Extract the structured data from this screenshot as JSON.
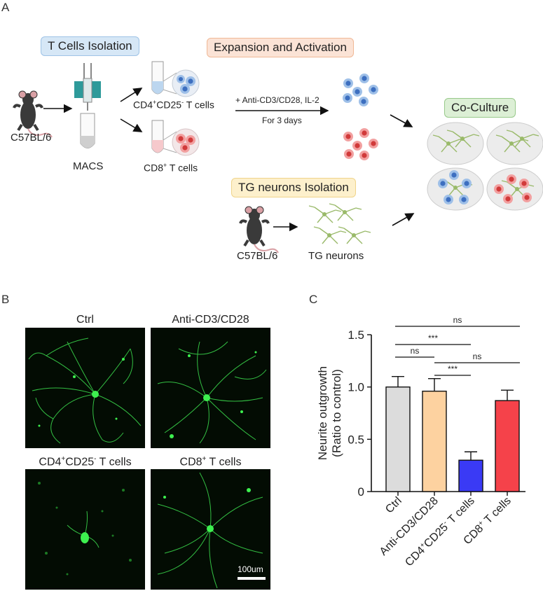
{
  "panels": {
    "a": "A",
    "b": "B",
    "c": "C"
  },
  "schematic": {
    "t_cells_isolation": "T Cells Isolation",
    "expansion": "Expansion and Activation",
    "tg_isolation": "TG neurons Isolation",
    "co_culture": "Co-Culture",
    "mouse_label_1": "C57BL/6",
    "mouse_label_2": "C57BL/6",
    "macs": "MACS",
    "cd4_prefix": "CD4",
    "cd4_sup": "+",
    "cd25_prefix": "CD25",
    "cd25_sup": "-",
    "cells_suffix": " T cells",
    "cd8_prefix": "CD8",
    "cd8_sup": "+",
    "stimulation": "+ Anti-CD3/CD28, IL-2",
    "duration": "For 3 days",
    "tg_neurons": "TG neurons"
  },
  "micrographs": {
    "ctrl": "Ctrl",
    "anti": "Anti-CD3/CD28",
    "cd4_prefix": "CD4",
    "cd4_sup": "+",
    "cd25_prefix": "CD25",
    "cd25_sup": "-",
    "cells_suffix": " T cells",
    "cd8_prefix": "CD8",
    "cd8_sup": "+",
    "scale_bar": "100um"
  },
  "colors": {
    "ctrl": "#dcdcdc",
    "anti": "#fdd2a0",
    "cd4": "#3a3af5",
    "cd8": "#f5424a",
    "t4cell": "#4a7fcf",
    "t8cell": "#e04848",
    "neuron": "#9aba6a",
    "fluor": "#39d34a"
  },
  "chart_data": {
    "type": "bar",
    "categories": [
      "Ctrl",
      "Anti-CD3/CD28",
      "CD4+CD25- T cells",
      "CD8+ T cells"
    ],
    "values": [
      1.0,
      0.96,
      0.3,
      0.87
    ],
    "errors": [
      0.1,
      0.12,
      0.08,
      0.1
    ],
    "ylabel_line1": "Neurite outgrowth",
    "ylabel_line2": "(Ratio to control)",
    "ylim": [
      0,
      1.5
    ],
    "yticks": [
      "0",
      "0.5",
      "1.0",
      "1.5"
    ],
    "ytick_values": [
      0,
      0.5,
      1.0,
      1.5
    ],
    "significance": [
      {
        "from": 0,
        "to": 3,
        "label": "ns"
      },
      {
        "from": 0,
        "to": 2,
        "label": "***"
      },
      {
        "from": 0,
        "to": 1,
        "label": "ns"
      },
      {
        "from": 1,
        "to": 3,
        "label": "ns"
      },
      {
        "from": 1,
        "to": 2,
        "label": "***"
      }
    ],
    "xlabel_parts": [
      [
        {
          "t": "Ctrl"
        }
      ],
      [
        {
          "t": "Anti-CD3/CD28"
        }
      ],
      [
        {
          "t": "CD4"
        },
        {
          "t": "+",
          "sup": true
        },
        {
          "t": "CD25"
        },
        {
          "t": "-",
          "sup": true
        },
        {
          "t": " T cells"
        }
      ],
      [
        {
          "t": "CD8"
        },
        {
          "t": "+",
          "sup": true
        },
        {
          "t": " T cells"
        }
      ]
    ]
  }
}
